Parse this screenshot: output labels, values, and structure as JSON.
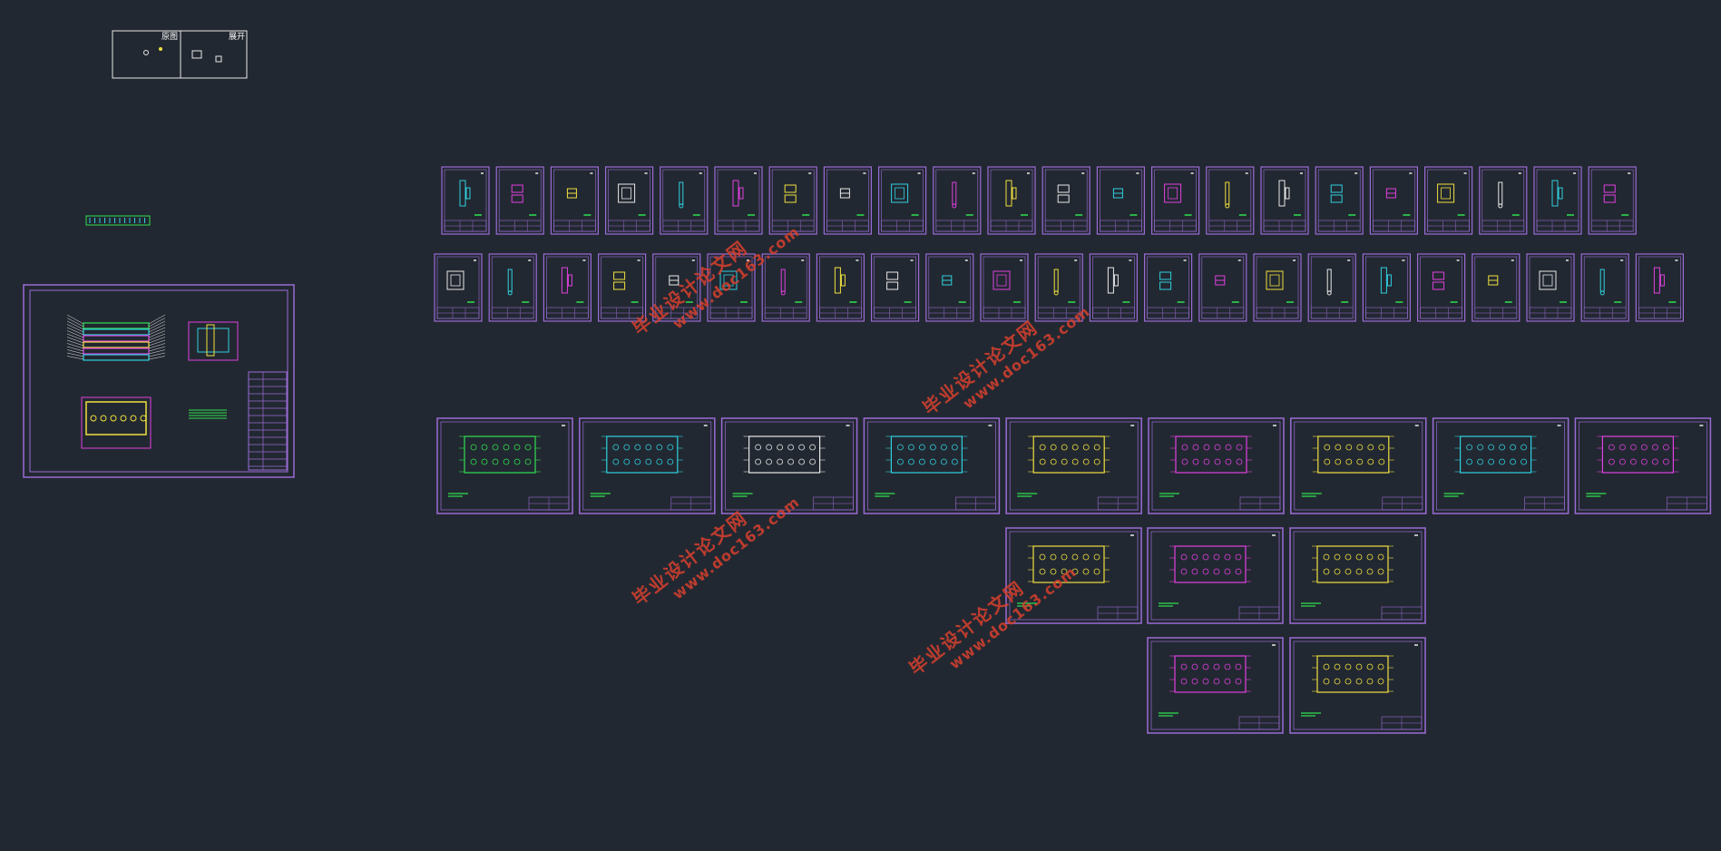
{
  "app": {
    "view": "CAD model space",
    "background": "#222831"
  },
  "legend": {
    "left_label": "原图",
    "right_label": "展开"
  },
  "colors": {
    "sheet_border": "#9b6bd6",
    "cyan": "#2fd0e0",
    "magenta": "#e040e0",
    "yellow": "#f0e040",
    "green": "#30e050",
    "white": "#e8e8e8",
    "watermark": "#d9402e"
  },
  "watermark": {
    "line1": "毕业设计论文网",
    "line2": "www.doc163.com"
  },
  "sheets": {
    "small_row_1_count": 22,
    "small_row_2_count": 23,
    "large_row_count": 9,
    "extra_rows": [
      3,
      2
    ]
  }
}
